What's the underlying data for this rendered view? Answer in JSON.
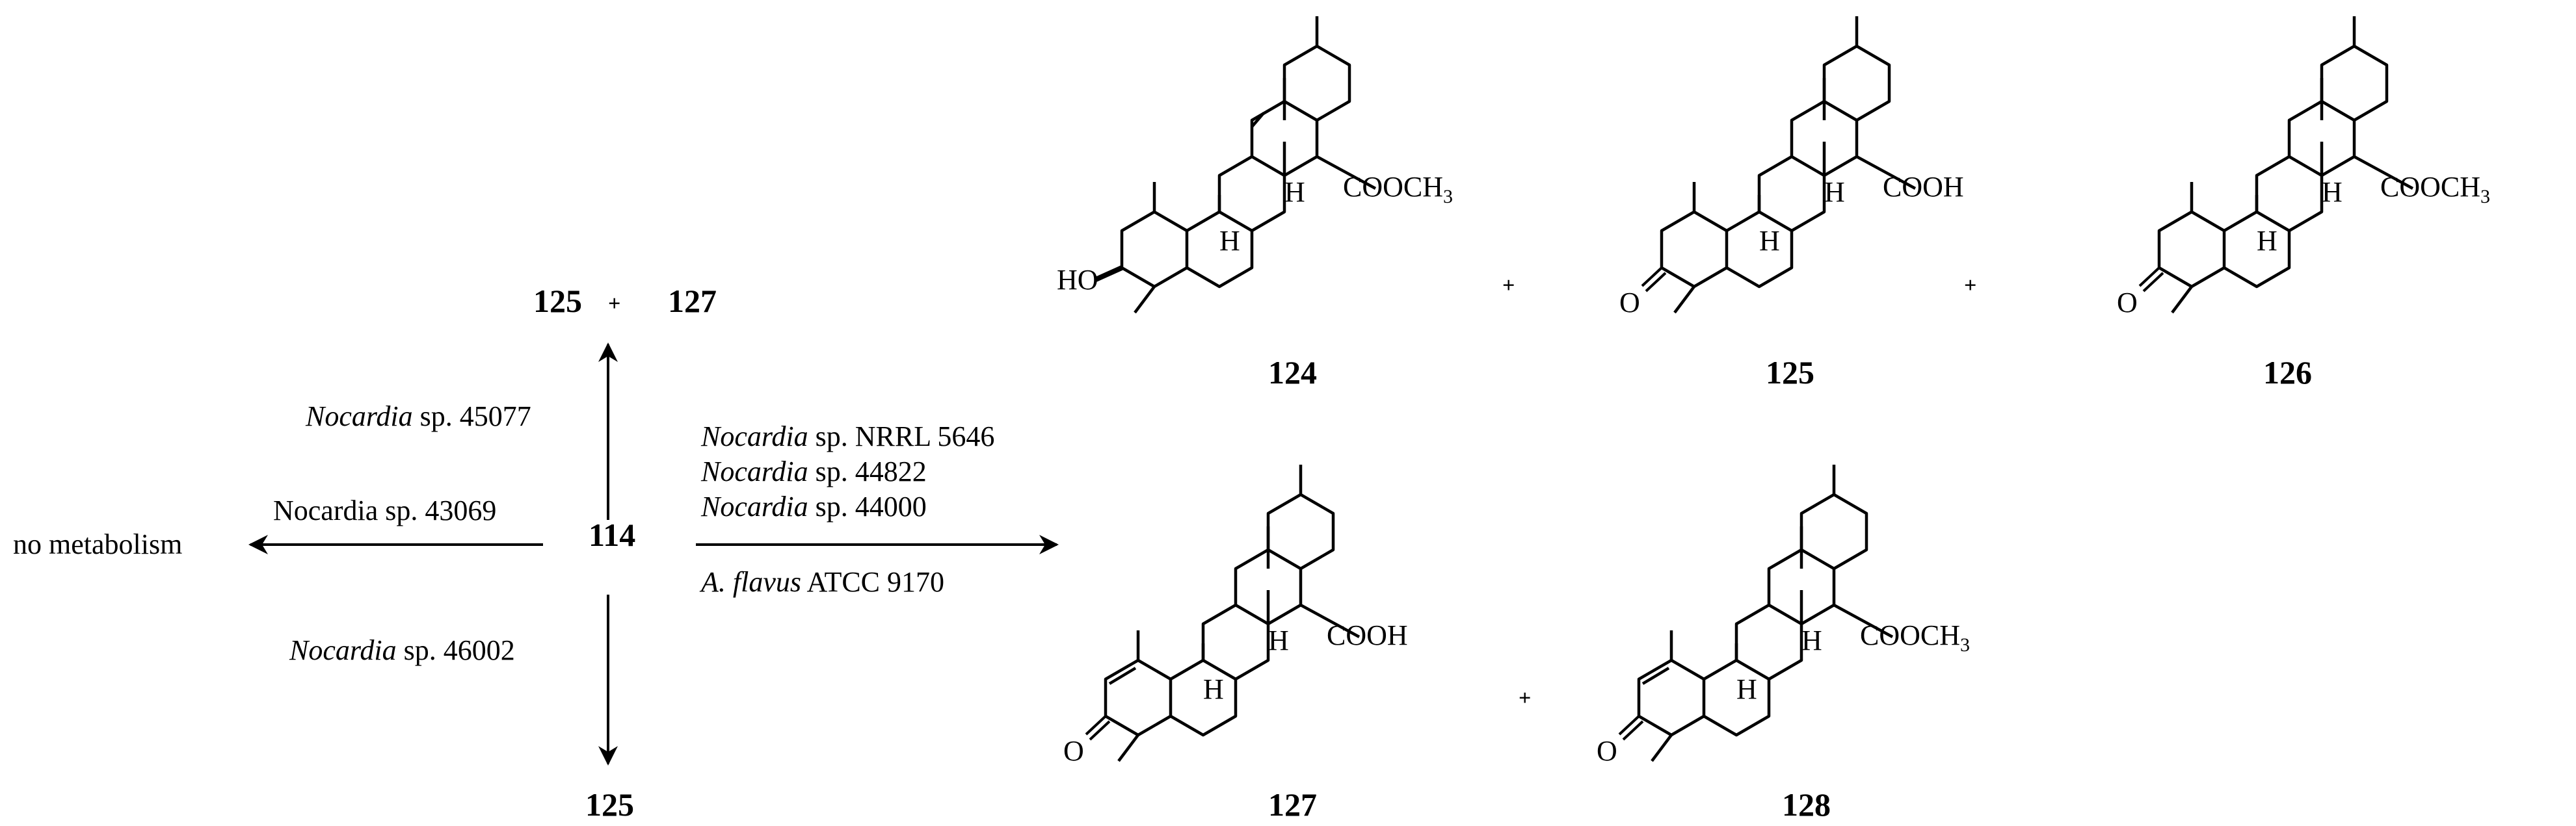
{
  "center": {
    "compound": "114"
  },
  "up": {
    "organism": "Nocardia",
    "strain": " sp. 45077",
    "product_a": "125",
    "plus": "+",
    "product_b": "127"
  },
  "left": {
    "label": "Nocardia sp. 43069",
    "result": "no metabolism"
  },
  "down": {
    "organism": "Nocardia",
    "strain": " sp. 46002",
    "product": "125"
  },
  "right": {
    "conditions": [
      {
        "organism": "Nocardia",
        "strain": " sp. NRRL 5646"
      },
      {
        "organism": "Nocardia",
        "strain": " sp. 44822"
      },
      {
        "organism": "Nocardia",
        "strain": " sp. 44000"
      }
    ],
    "below": {
      "organism": "A.  flavus",
      "strain": " ATCC 9170"
    }
  },
  "products": [
    {
      "id": "124",
      "group": "COOCH",
      "sub": "3",
      "ring_a": "HO"
    },
    {
      "id": "125",
      "group": "COOH",
      "sub": "",
      "ring_a": "O"
    },
    {
      "id": "126",
      "group": "COOCH",
      "sub": "3",
      "ring_a": "O"
    },
    {
      "id": "127",
      "group": "COOH",
      "sub": "",
      "ring_a": "O"
    },
    {
      "id": "128",
      "group": "COOCH",
      "sub": "3",
      "ring_a": "O"
    }
  ],
  "h_label": "H",
  "plus_sign": "+"
}
